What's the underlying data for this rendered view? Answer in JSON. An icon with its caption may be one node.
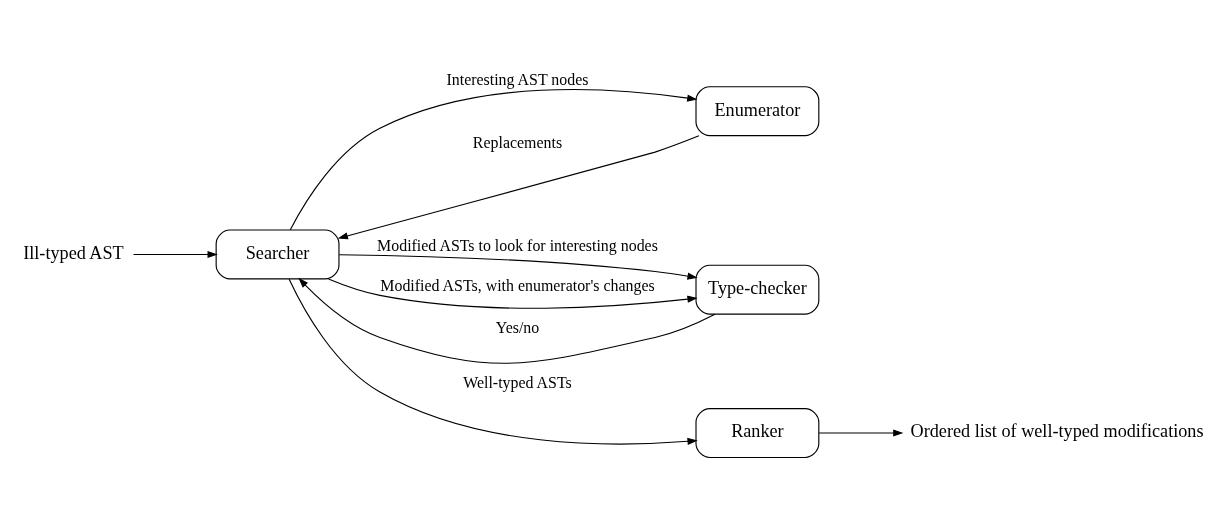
{
  "diagram": {
    "nodes": [
      {
        "text": [
          "Ill-typed AST"
        ]
      },
      {
        "text": [
          "Searcher"
        ]
      },
      {
        "text": [
          "Enumerator"
        ]
      },
      {
        "text": [
          "Type-checker"
        ]
      },
      {
        "text": [
          "Ranker"
        ]
      },
      {
        "text": [
          "Ordered list of well-typed modifications"
        ]
      }
    ],
    "edges": [
      {
        "from": 0,
        "to": 1,
        "arrow": "to"
      },
      {
        "from": 1,
        "to": 2,
        "arrow": "to",
        "label": "Interesting AST nodes"
      },
      {
        "from": 2,
        "to": 1,
        "arrow": "to",
        "label": "Replacements"
      },
      {
        "from": 1,
        "to": 3,
        "arrow": "to",
        "label": "Modified ASTs to look for interesting nodes"
      },
      {
        "from": 1,
        "to": 3,
        "arrow": "to",
        "label": "Modified ASTs, with enumerator's changes"
      },
      {
        "from": 3,
        "to": 1,
        "arrow": "to",
        "label": "Yes/no"
      },
      {
        "from": 1,
        "to": 4,
        "arrow": "to",
        "label": "Well-typed ASTs"
      },
      {
        "from": 4,
        "to": 5,
        "arrow": "to"
      }
    ]
  }
}
